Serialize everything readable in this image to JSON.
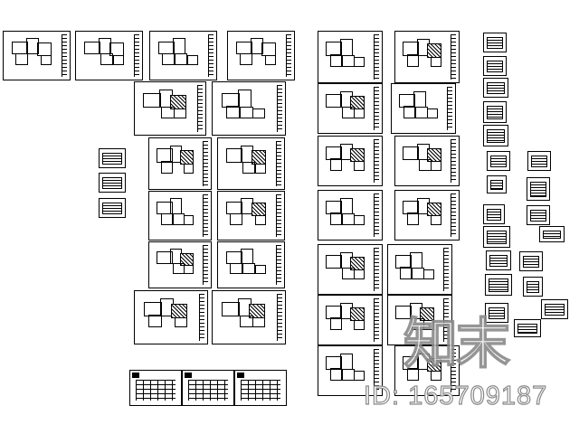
{
  "drawing_set": {
    "title": "Residential floor plan drawing set",
    "sheet_groups": [
      "top-row-layouts",
      "left-column-plans",
      "center-column-plans",
      "right-column-details",
      "schedule-tables"
    ]
  },
  "watermark": {
    "logo_text": "知末",
    "id_text": "ID: 165709187"
  }
}
